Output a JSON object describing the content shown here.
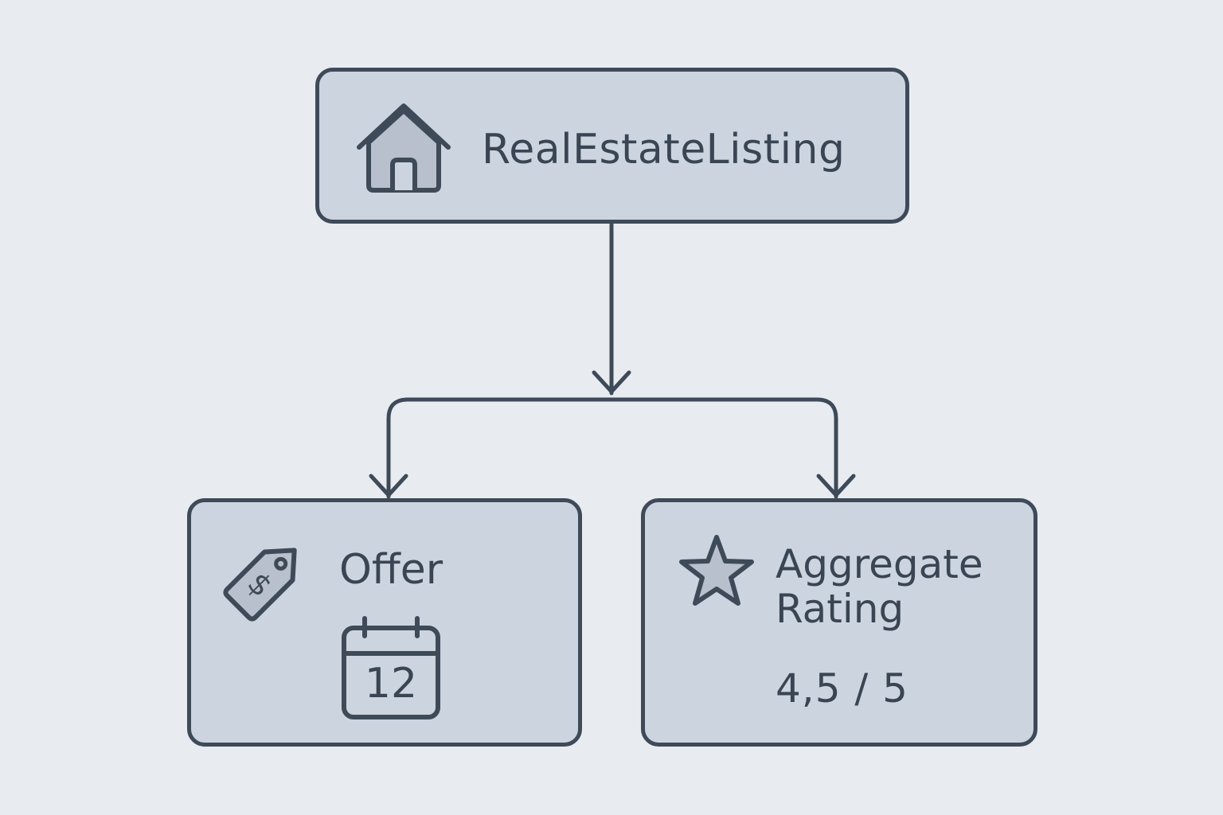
{
  "diagram": {
    "root": {
      "label": "RealEstateListing",
      "icon": "house-icon"
    },
    "children": [
      {
        "id": "offer",
        "label": "Offer",
        "icon": "price-tag-icon",
        "extra_icon": "calendar-icon",
        "calendar_day": "12"
      },
      {
        "id": "aggregate-rating",
        "label": "Aggregate Rating",
        "icon": "star-icon",
        "value": "4,5 / 5"
      }
    ],
    "edges": [
      {
        "from": "RealEstateListing",
        "to": "Offer"
      },
      {
        "from": "RealEstateListing",
        "to": "Aggregate Rating"
      }
    ]
  },
  "colors": {
    "background": "#e8ecf1",
    "node_fill": "#ccd4df",
    "stroke": "#3f4a59",
    "text": "#3a4554",
    "icon_fill": "#b7c0cc"
  }
}
